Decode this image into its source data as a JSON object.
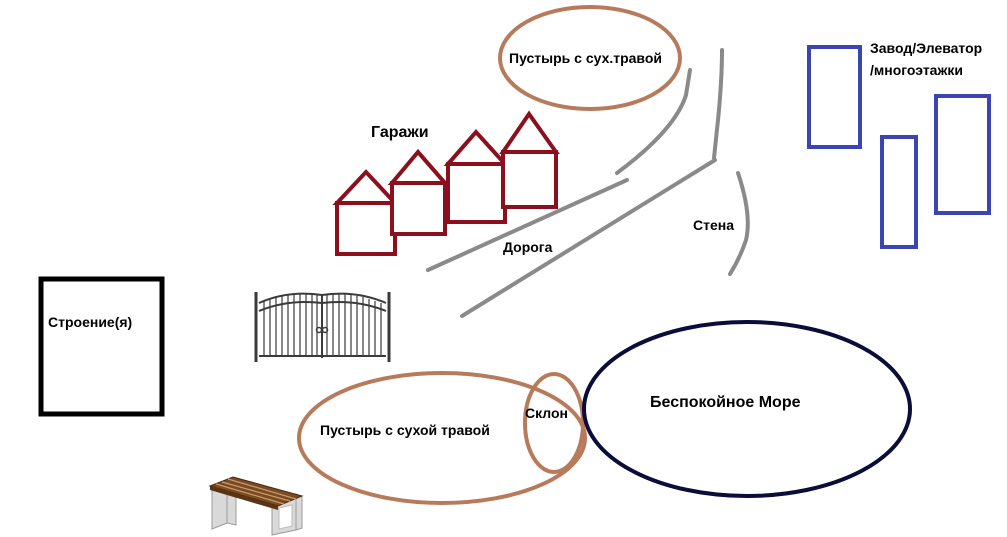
{
  "labels": {
    "wasteland_top": "Пустырь с сух.травой",
    "garages": "Гаражи",
    "factory_line1": "Завод/Элеватор",
    "factory_line2": "/многоэтажки",
    "wall": "Стена",
    "road": "Дорога",
    "building": "Строение(я)",
    "wasteland_bottom": "Пустырь с сухой травой",
    "slope": "Склон",
    "sea": "Беспокойное Море"
  },
  "colors": {
    "wasteland_outline": "#b77b5c",
    "garage": "#8b0f1c",
    "factory": "#3b44b5",
    "road": "#8a8a8a",
    "sea_outline": "#0c0c3a",
    "building_outline": "#000000",
    "gate_metal": "#3a3a3a",
    "bench_wood": "#7a4a22",
    "bench_concrete": "#d9d9d9"
  },
  "icons": {
    "gate": "iron-gate-icon",
    "bench": "park-bench-icon"
  }
}
